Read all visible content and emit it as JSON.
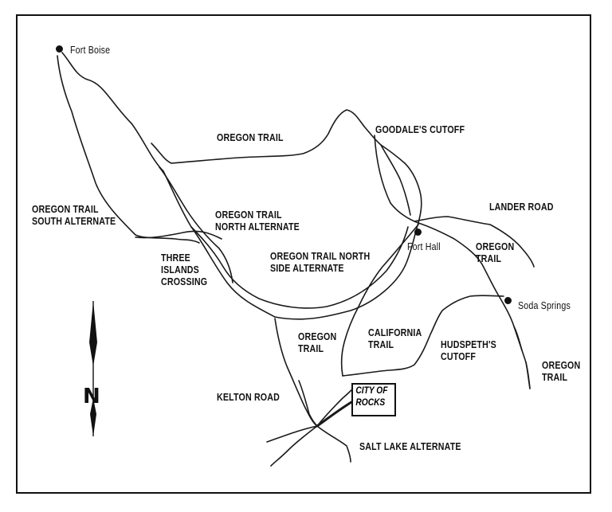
{
  "map": {
    "places": {
      "fort_boise": "Fort Boise",
      "fort_hall": "Fort Hall",
      "soda_springs": "Soda Springs",
      "city_of_rocks_line1": "CITY OF",
      "city_of_rocks_line2": "ROCKS"
    },
    "trails": {
      "oregon_trail_top": "OREGON TRAIL",
      "goodales_cutoff": "GOODALE'S CUTOFF",
      "lander_road": "LANDER ROAD",
      "south_alt_line1": "OREGON TRAIL",
      "south_alt_line2": "SOUTH ALTERNATE",
      "north_alt_line1": "OREGON TRAIL",
      "north_alt_line2": "NORTH ALTERNATE",
      "north_side_line1": "OREGON TRAIL NORTH",
      "north_side_line2": "SIDE ALTERNATE",
      "three_islands_line1": "THREE",
      "three_islands_line2": "ISLANDS",
      "three_islands_line3": "CROSSING",
      "oregon_right_line1": "OREGON",
      "oregon_right_line2": "TRAIL",
      "oregon_mid_line1": "OREGON",
      "oregon_mid_line2": "TRAIL",
      "california_line1": "CALIFORNIA",
      "california_line2": "TRAIL",
      "hudspeth_line1": "HUDSPETH'S",
      "hudspeth_line2": "CUTOFF",
      "oregon_far_line1": "OREGON",
      "oregon_far_line2": "TRAIL",
      "kelton_road": "KELTON ROAD",
      "salt_lake_alt": "SALT LAKE ALTERNATE"
    },
    "compass": {
      "letter": "N",
      "icon": "north-arrow-icon"
    },
    "colors": {
      "ink": "#111111",
      "paper": "#ffffff"
    }
  }
}
